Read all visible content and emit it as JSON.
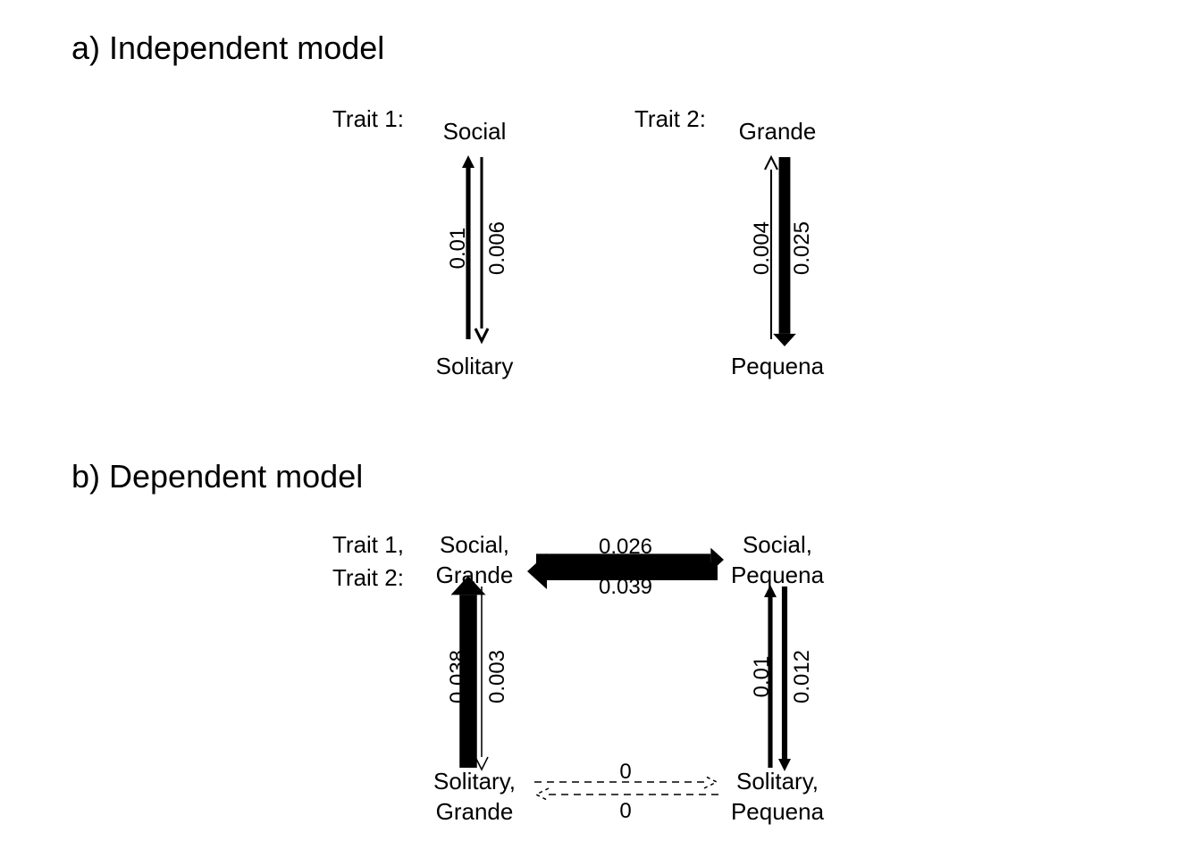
{
  "panels": {
    "independent": {
      "title": "a) Independent model",
      "trait1": {
        "label": "Trait 1:",
        "top_state": "Social",
        "bottom_state": "Solitary",
        "rate_up": "0.01",
        "rate_down": "0.006",
        "rate_up_value": 0.01,
        "rate_down_value": 0.006
      },
      "trait2": {
        "label": "Trait 2:",
        "top_state": "Grande",
        "bottom_state": "Pequena",
        "rate_up": "0.004",
        "rate_down": "0.025",
        "rate_up_value": 0.004,
        "rate_down_value": 0.025
      }
    },
    "dependent": {
      "title": "b) Dependent model",
      "trait_label_1": "Trait 1,",
      "trait_label_2": "Trait 2:",
      "states": {
        "social_grande": [
          "Social,",
          "Grande"
        ],
        "social_pequena": [
          "Social,",
          "Pequena"
        ],
        "solitary_grande": [
          "Solitary,",
          "Grande"
        ],
        "solitary_pequena": [
          "Solitary,",
          "Pequena"
        ]
      },
      "transitions": {
        "sg_to_sp": {
          "label": "0.026",
          "value": 0.026
        },
        "sp_to_sg": {
          "label": "0.039",
          "value": 0.039
        },
        "solg_to_sg": {
          "label": "0.038",
          "value": 0.038
        },
        "sg_to_solg": {
          "label": "0.003",
          "value": 0.003
        },
        "solp_to_sp": {
          "label": "0.01",
          "value": 0.01
        },
        "sp_to_solp": {
          "label": "0.012",
          "value": 0.012
        },
        "solg_to_solp": {
          "label": "0",
          "value": 0
        },
        "solp_to_solg": {
          "label": "0",
          "value": 0
        }
      }
    }
  }
}
